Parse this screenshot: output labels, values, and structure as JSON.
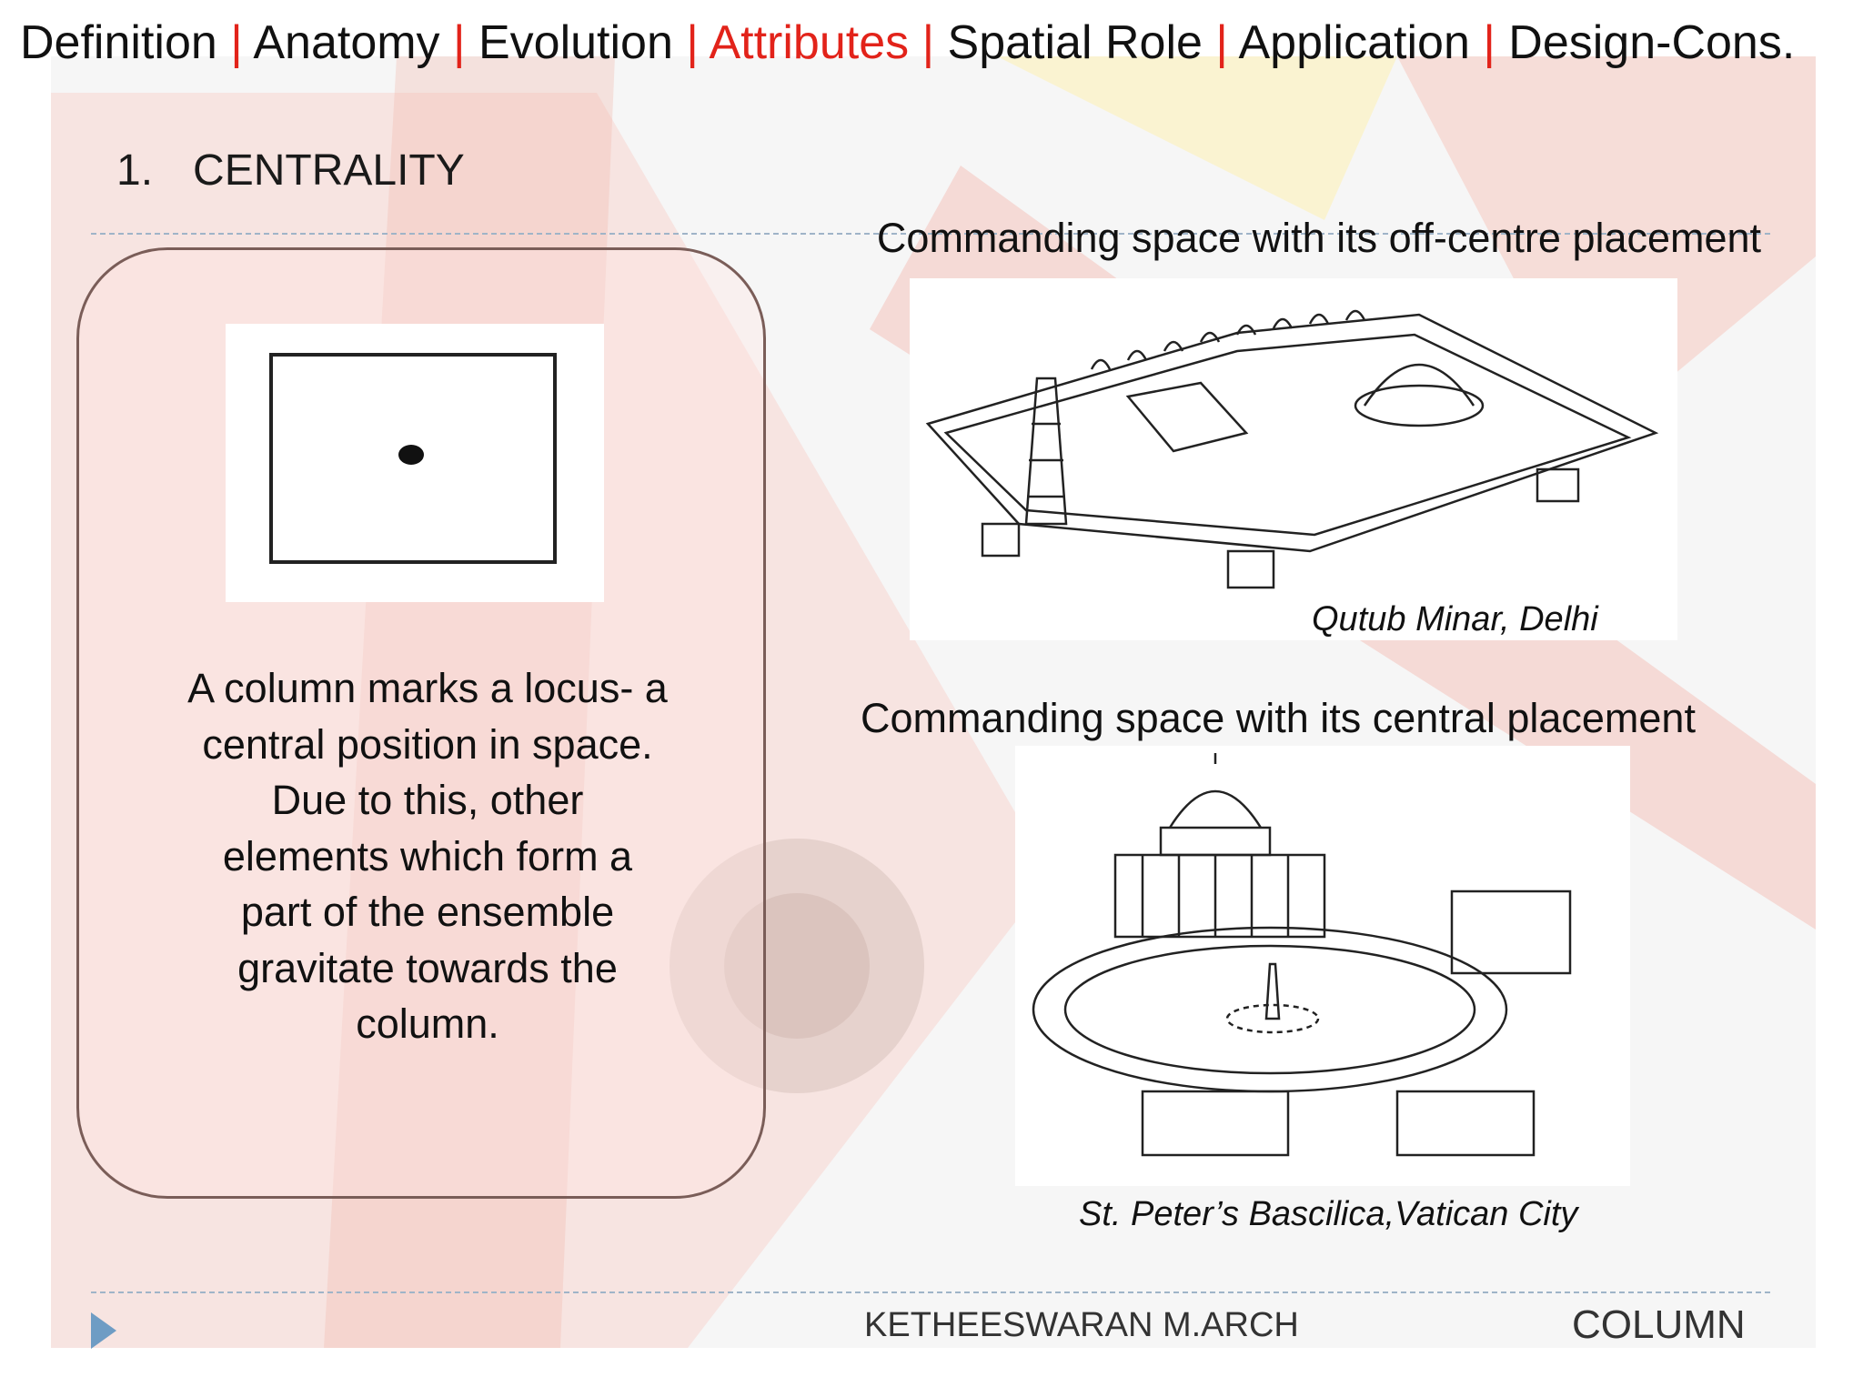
{
  "nav": {
    "items": [
      "Definition",
      "Anatomy",
      "Evolution",
      "Attributes",
      "Spatial Role",
      "Application",
      "Design-Cons."
    ],
    "active": "Attributes",
    "separator": "|"
  },
  "heading": {
    "number": "1.",
    "title": "CENTRALITY"
  },
  "left_panel": {
    "lines": [
      "A column marks a locus- a",
      "central position in space.",
      "Due to this, other",
      "elements which form a",
      "part of the ensemble",
      "gravitate towards the",
      "column."
    ]
  },
  "figures": {
    "top_caption": "Commanding space with its off-centre placement",
    "top_label": "Qutub Minar, Delhi",
    "bottom_caption": "Commanding space with its central placement",
    "bottom_label": "St. Peter’s Bascilica,Vatican City"
  },
  "footer": {
    "author": "KETHEESWARAN M.ARCH",
    "topic": "COLUMN"
  },
  "colors": {
    "accent": "#e2231a",
    "nav_arrow": "#6e9cc4",
    "dash": "#9fb4c8"
  }
}
